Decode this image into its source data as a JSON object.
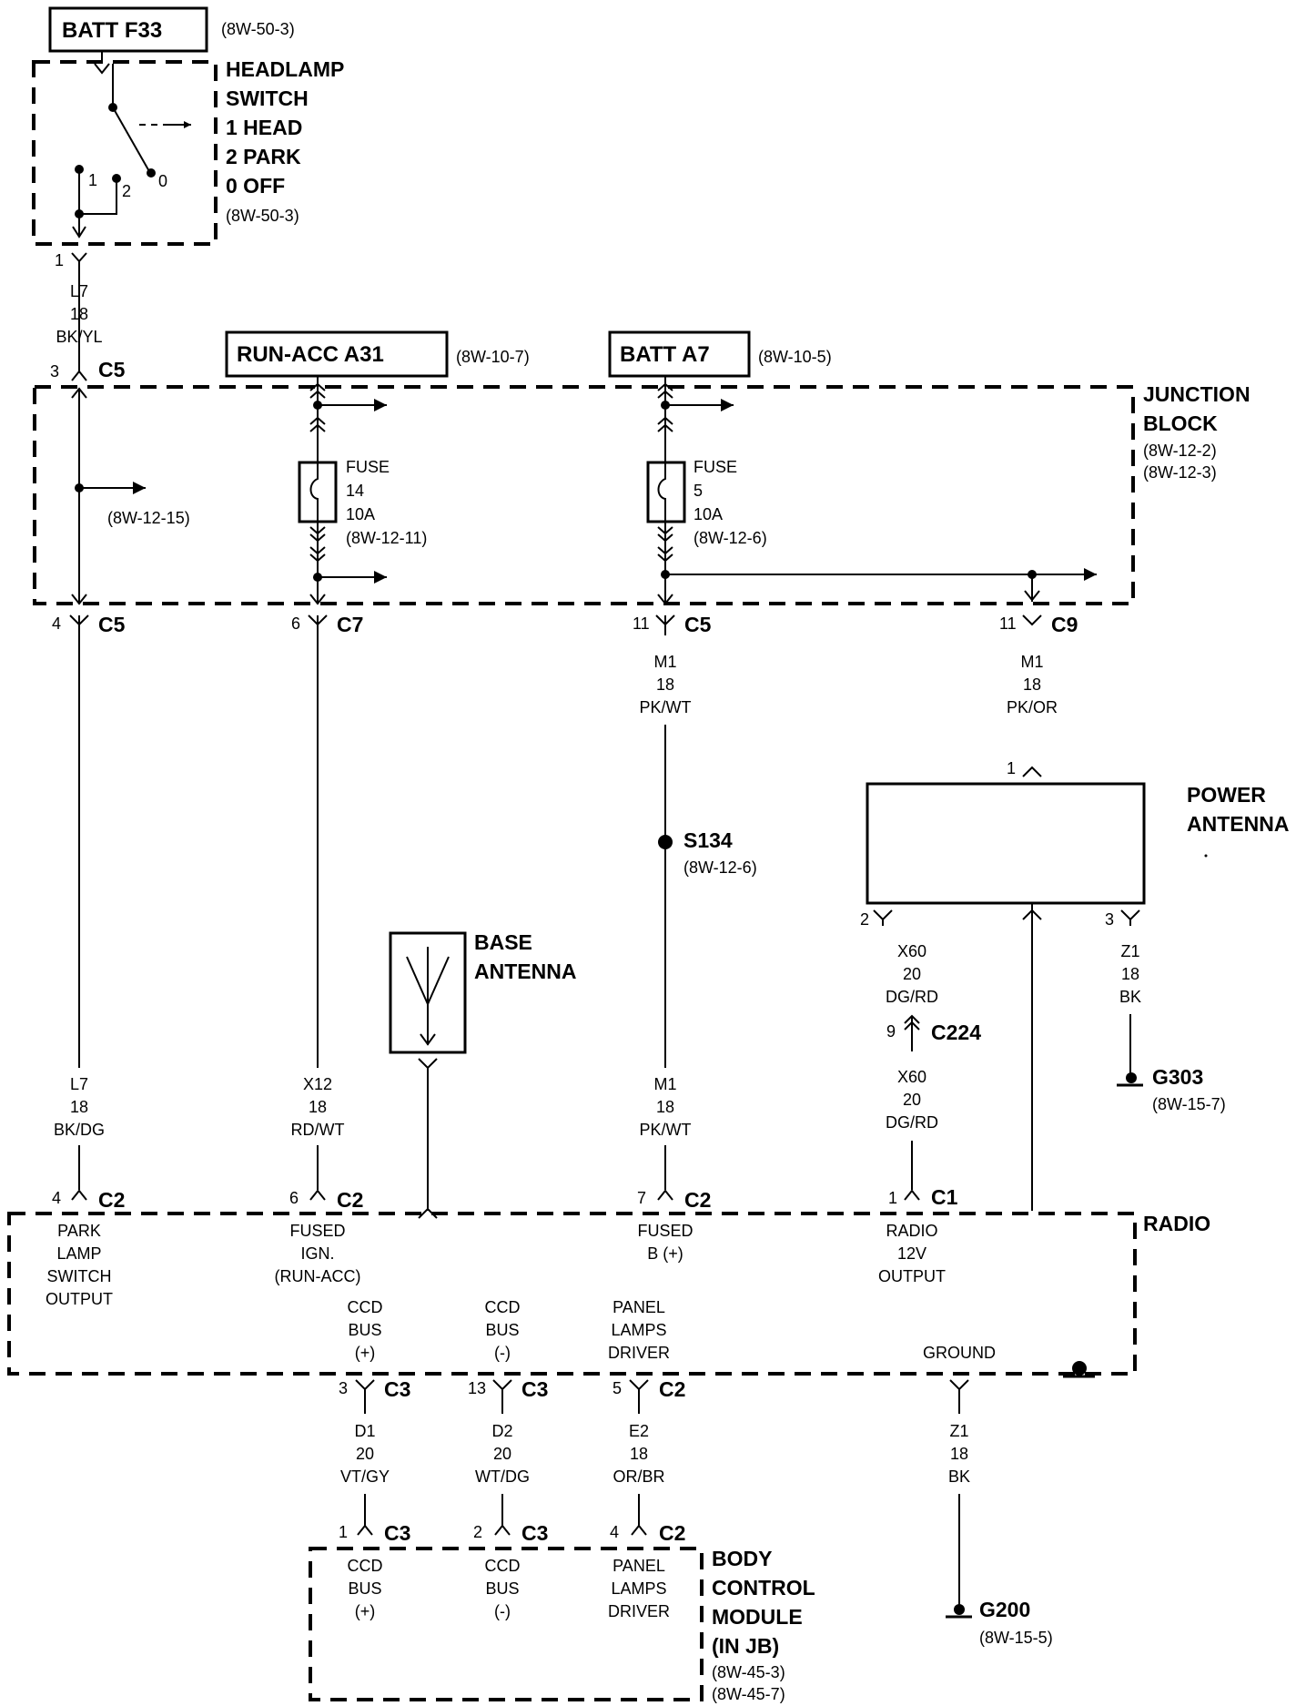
{
  "sources": {
    "batt_f33": {
      "label": "BATT F33",
      "ref": "(8W-50-3)"
    },
    "run_acc_a31": {
      "label": "RUN-ACC A31",
      "ref": "(8W-10-7)"
    },
    "batt_a7": {
      "label": "BATT A7",
      "ref": "(8W-10-5)"
    }
  },
  "headlamp_switch": {
    "title": [
      "HEADLAMP",
      "SWITCH",
      "1 HEAD",
      "2 PARK",
      "0 OFF"
    ],
    "ref": "(8W-50-3)",
    "positions": [
      "1",
      "2",
      "0"
    ]
  },
  "junction_block": {
    "title": [
      "JUNCTION",
      "BLOCK"
    ],
    "refs": [
      "(8W-12-2)",
      "(8W-12-3)"
    ],
    "branch_ref": "(8W-12-15)",
    "fuse14": [
      "FUSE",
      "14",
      "10A",
      "(8W-12-11)"
    ],
    "fuse5": [
      "FUSE",
      "5",
      "10A",
      "(8W-12-6)"
    ]
  },
  "connectors": {
    "hs_1": {
      "pin": "1"
    },
    "jb_in_c5": {
      "pin": "3",
      "name": "C5"
    },
    "jb_c5_4": {
      "pin": "4",
      "name": "C5"
    },
    "jb_c7_6": {
      "pin": "6",
      "name": "C7"
    },
    "jb_c5_11": {
      "pin": "11",
      "name": "C5"
    },
    "jb_c9_11": {
      "pin": "11",
      "name": "C9"
    },
    "pa_1": {
      "pin": "1"
    },
    "pa_2": {
      "pin": "2"
    },
    "pa_3": {
      "pin": "3"
    },
    "c224": {
      "pin": "9",
      "name": "C224"
    },
    "radio_c2_4": {
      "pin": "4",
      "name": "C2"
    },
    "radio_c2_6": {
      "pin": "6",
      "name": "C2"
    },
    "radio_c2_7": {
      "pin": "7",
      "name": "C2"
    },
    "radio_c1_1": {
      "pin": "1",
      "name": "C1"
    },
    "radio_c3_3": {
      "pin": "3",
      "name": "C3"
    },
    "radio_c3_13": {
      "pin": "13",
      "name": "C3"
    },
    "radio_c2_5": {
      "pin": "5",
      "name": "C2"
    },
    "bcm_c3_1": {
      "pin": "1",
      "name": "C3"
    },
    "bcm_c3_2": {
      "pin": "2",
      "name": "C3"
    },
    "bcm_c2_4": {
      "pin": "4",
      "name": "C2"
    }
  },
  "wires": {
    "l7_yl": [
      "L7",
      "18",
      "BK/YL"
    ],
    "m1_wt_top": [
      "M1",
      "18",
      "PK/WT"
    ],
    "m1_or": [
      "M1",
      "18",
      "PK/OR"
    ],
    "x60_top": [
      "X60",
      "20",
      "DG/RD"
    ],
    "z1_pa": [
      "Z1",
      "18",
      "BK"
    ],
    "l7_dg": [
      "L7",
      "18",
      "BK/DG"
    ],
    "x12": [
      "X12",
      "18",
      "RD/WT"
    ],
    "m1_wt_bot": [
      "M1",
      "18",
      "PK/WT"
    ],
    "x60_bot": [
      "X60",
      "20",
      "DG/RD"
    ],
    "d1": [
      "D1",
      "20",
      "VT/GY"
    ],
    "d2": [
      "D2",
      "20",
      "WT/DG"
    ],
    "e2": [
      "E2",
      "18",
      "OR/BR"
    ],
    "z1_gnd": [
      "Z1",
      "18",
      "BK"
    ]
  },
  "splice": {
    "name": "S134",
    "ref": "(8W-12-6)"
  },
  "power_antenna": {
    "title": [
      "POWER",
      "ANTENNA"
    ]
  },
  "base_antenna": {
    "title": [
      "BASE",
      "ANTENNA"
    ]
  },
  "grounds": {
    "g303": {
      "name": "G303",
      "ref": "(8W-15-7)"
    },
    "g200": {
      "name": "G200",
      "ref": "(8W-15-5)"
    }
  },
  "radio": {
    "title": "RADIO",
    "park": [
      "PARK",
      "LAMP",
      "SWITCH",
      "OUTPUT"
    ],
    "fused_ign": [
      "FUSED",
      "IGN.",
      "(RUN-ACC)"
    ],
    "fused_b": [
      "FUSED",
      "B (+)"
    ],
    "radio_12v": [
      "RADIO",
      "12V",
      "OUTPUT"
    ],
    "ccd_pos": [
      "CCD",
      "BUS",
      "(+)"
    ],
    "ccd_neg": [
      "CCD",
      "BUS",
      "(-)"
    ],
    "panel": [
      "PANEL",
      "LAMPS",
      "DRIVER"
    ],
    "ground": "GROUND"
  },
  "bcm": {
    "title": [
      "BODY",
      "CONTROL",
      "MODULE",
      "(IN JB)"
    ],
    "refs": [
      "(8W-45-3)",
      "(8W-45-7)"
    ],
    "ccd_pos": [
      "CCD",
      "BUS",
      "(+)"
    ],
    "ccd_neg": [
      "CCD",
      "BUS",
      "(-)"
    ],
    "panel": [
      "PANEL",
      "LAMPS",
      "DRIVER"
    ]
  }
}
